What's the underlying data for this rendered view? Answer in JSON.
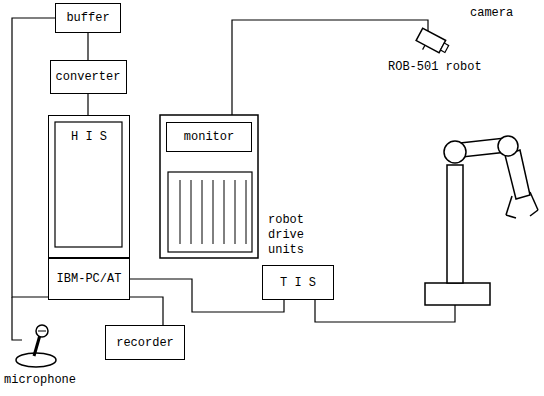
{
  "diagram": {
    "nodes": [
      {
        "text": [
          "buffer"
        ]
      },
      {
        "text": [
          "converter"
        ]
      },
      {
        "text": [
          "H I S"
        ]
      },
      {
        "text": [
          "IBM-PC/AT"
        ]
      },
      {
        "text": [
          "monitor"
        ]
      },
      {
        "text": [
          "T I S"
        ]
      },
      {
        "text": [
          "recorder"
        ]
      }
    ],
    "edges": [
      {
        "from": 0,
        "to": 1,
        "arrow": "none"
      },
      {
        "from": 1,
        "to": 2,
        "arrow": "none"
      },
      {
        "from": 0,
        "to": 6,
        "arrow": "none"
      },
      {
        "from": 3,
        "to": 5,
        "arrow": "none"
      }
    ],
    "labels": [
      "camera",
      "ROB-501 robot",
      "robot drive units",
      "microphone"
    ]
  }
}
